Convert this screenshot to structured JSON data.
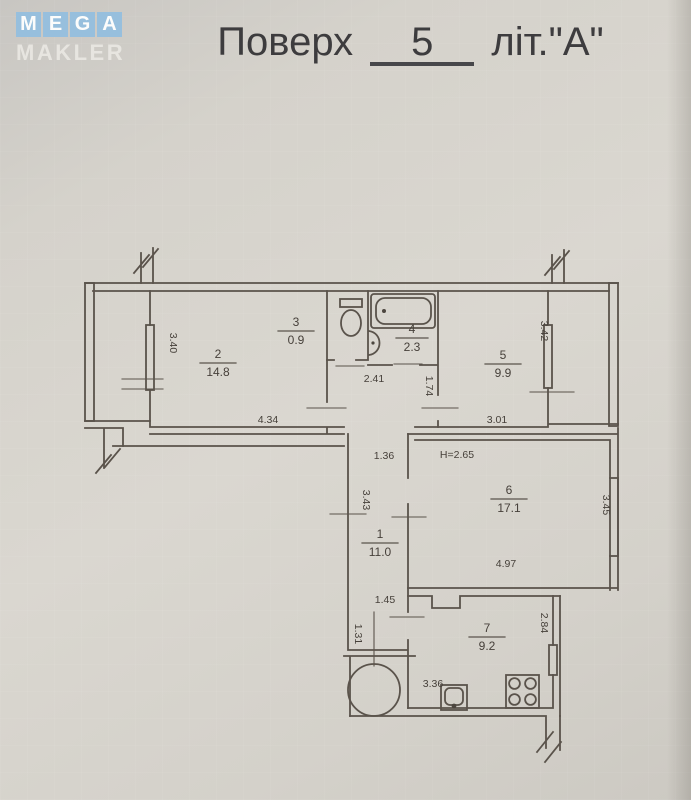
{
  "logo": {
    "tiles": [
      "M",
      "E",
      "G",
      "A"
    ],
    "word": "MAKLER"
  },
  "title": {
    "label": "Поверх",
    "floor": "5",
    "liter": "літ.\"А\""
  },
  "plan": {
    "height_note": "Н=2.65",
    "rooms": [
      {
        "num": "1",
        "area": "11.0"
      },
      {
        "num": "2",
        "area": "14.8"
      },
      {
        "num": "3",
        "area": "0.9"
      },
      {
        "num": "4",
        "area": "2.3"
      },
      {
        "num": "5",
        "area": "9.9"
      },
      {
        "num": "6",
        "area": "17.1"
      },
      {
        "num": "7",
        "area": "9.2"
      }
    ],
    "dims": {
      "room2_width": "4.34",
      "room2_height": "3.40",
      "hall_upper_width": "2.41",
      "hall_upper_depth": "1.74",
      "room5_width": "3.01",
      "room5_height": "3.42",
      "hall_top": "1.36",
      "hall_height": "3.43",
      "alcove_width": "1.45",
      "alcove_depth": "1.31",
      "room6_width": "4.97",
      "room6_height": "3.45",
      "room7_width": "3.36",
      "room7_height": "2.84"
    }
  }
}
